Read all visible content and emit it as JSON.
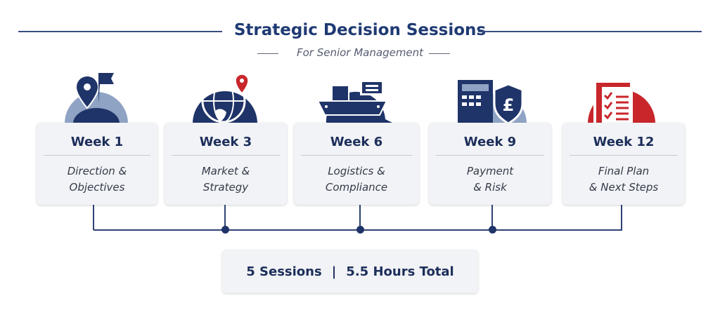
{
  "header": {
    "title": "Strategic Decision Sessions",
    "subtitle": "For Senior Management"
  },
  "sessions": [
    {
      "week": "Week 1",
      "line1": "Direction &",
      "line2": "Objectives",
      "icon": "map-pin-flag-icon"
    },
    {
      "week": "Week 3",
      "line1": "Market &",
      "line2": "Strategy",
      "icon": "globe-pin-icon"
    },
    {
      "week": "Week 6",
      "line1": "Logistics &",
      "line2": "Compliance",
      "icon": "cargo-ship-icon"
    },
    {
      "week": "Week 9",
      "line1": "Payment",
      "line2": "& Risk",
      "icon": "calculator-shield-pound-icon"
    },
    {
      "week": "Week 12",
      "line1": "Final Plan",
      "line2": "& Next Steps",
      "icon": "checklist-document-icon"
    }
  ],
  "summary": {
    "sessions": "5 Sessions",
    "separator": "|",
    "hours": "5.5 Hours Total"
  },
  "colors": {
    "navy": "#1f3468",
    "red": "#c8262b",
    "lightblue": "#8fa3c4"
  }
}
